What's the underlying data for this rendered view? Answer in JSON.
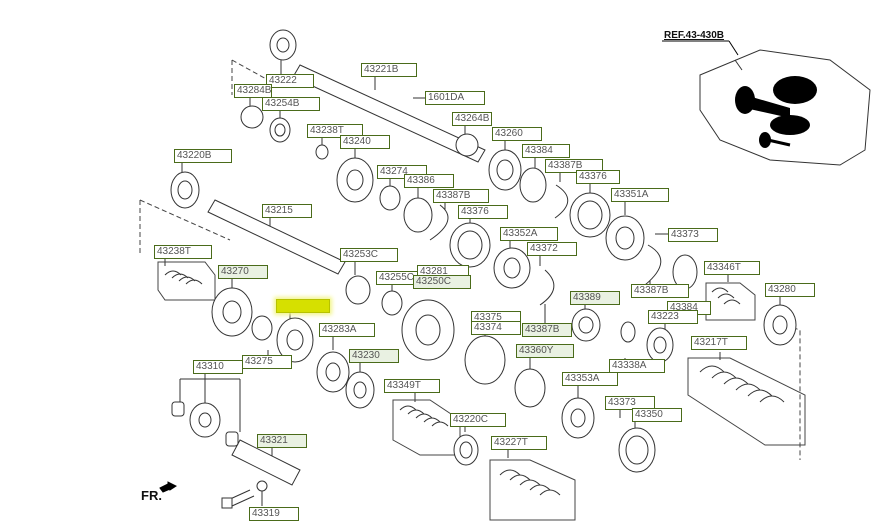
{
  "diagram": {
    "reference_label": "REF.43-430B",
    "front_indicator": "FR.",
    "highlighted_part": "",
    "parts": [
      {
        "id": "p1",
        "number": "43222"
      },
      {
        "id": "p2",
        "number": "43284B"
      },
      {
        "id": "p3",
        "number": "43254B"
      },
      {
        "id": "p4",
        "number": "43221B"
      },
      {
        "id": "p5",
        "number": "1601DA"
      },
      {
        "id": "p6",
        "number": "43264B"
      },
      {
        "id": "p7",
        "number": "43238T"
      },
      {
        "id": "p8",
        "number": "43240"
      },
      {
        "id": "p9",
        "number": "43260"
      },
      {
        "id": "p10",
        "number": "43384"
      },
      {
        "id": "p11",
        "number": "43387B"
      },
      {
        "id": "p12",
        "number": "43376"
      },
      {
        "id": "p13",
        "number": "43274"
      },
      {
        "id": "p14",
        "number": "43386"
      },
      {
        "id": "p15",
        "number": "43387B"
      },
      {
        "id": "p16",
        "number": "43376"
      },
      {
        "id": "p17",
        "number": "43351A"
      },
      {
        "id": "p18",
        "number": "43373"
      },
      {
        "id": "p19",
        "number": "43220B"
      },
      {
        "id": "p20",
        "number": "43215"
      },
      {
        "id": "p21",
        "number": "43238T"
      },
      {
        "id": "p22",
        "number": "43270"
      },
      {
        "id": "p23",
        "number": "43253C"
      },
      {
        "id": "p24",
        "number": "43255C"
      },
      {
        "id": "p25",
        "number": "43281"
      },
      {
        "id": "p26",
        "number": "43250C"
      },
      {
        "id": "p27",
        "number": "43352A"
      },
      {
        "id": "p28",
        "number": "43372"
      },
      {
        "id": "p29",
        "number": "43389"
      },
      {
        "id": "p30",
        "number": "43387B"
      },
      {
        "id": "p31",
        "number": "43375"
      },
      {
        "id": "p32",
        "number": "43374"
      },
      {
        "id": "p33",
        "number": "43360Y"
      },
      {
        "id": "p34",
        "number": "43387B"
      },
      {
        "id": "p35",
        "number": "43384"
      },
      {
        "id": "p36",
        "number": "43223"
      },
      {
        "id": "p37",
        "number": "43346T"
      },
      {
        "id": "p38",
        "number": "43280"
      },
      {
        "id": "p39",
        "number": "43338A"
      },
      {
        "id": "p40",
        "number": "43217T"
      },
      {
        "id": "p41",
        "number": "43283A"
      },
      {
        "id": "p42",
        "number": "43230"
      },
      {
        "id": "p43",
        "number": "43275"
      },
      {
        "id": "p44",
        "number": "43310"
      },
      {
        "id": "p45",
        "number": "43349T"
      },
      {
        "id": "p46",
        "number": "43220C"
      },
      {
        "id": "p47",
        "number": "43227T"
      },
      {
        "id": "p48",
        "number": "43353A"
      },
      {
        "id": "p49",
        "number": "43373"
      },
      {
        "id": "p50",
        "number": "43350"
      },
      {
        "id": "p51",
        "number": "43321"
      },
      {
        "id": "p52",
        "number": "43319"
      }
    ]
  },
  "colors": {
    "label_border": "#4a6b1a",
    "label_tint": "#e9f1e2",
    "highlight": "#d6e000"
  }
}
